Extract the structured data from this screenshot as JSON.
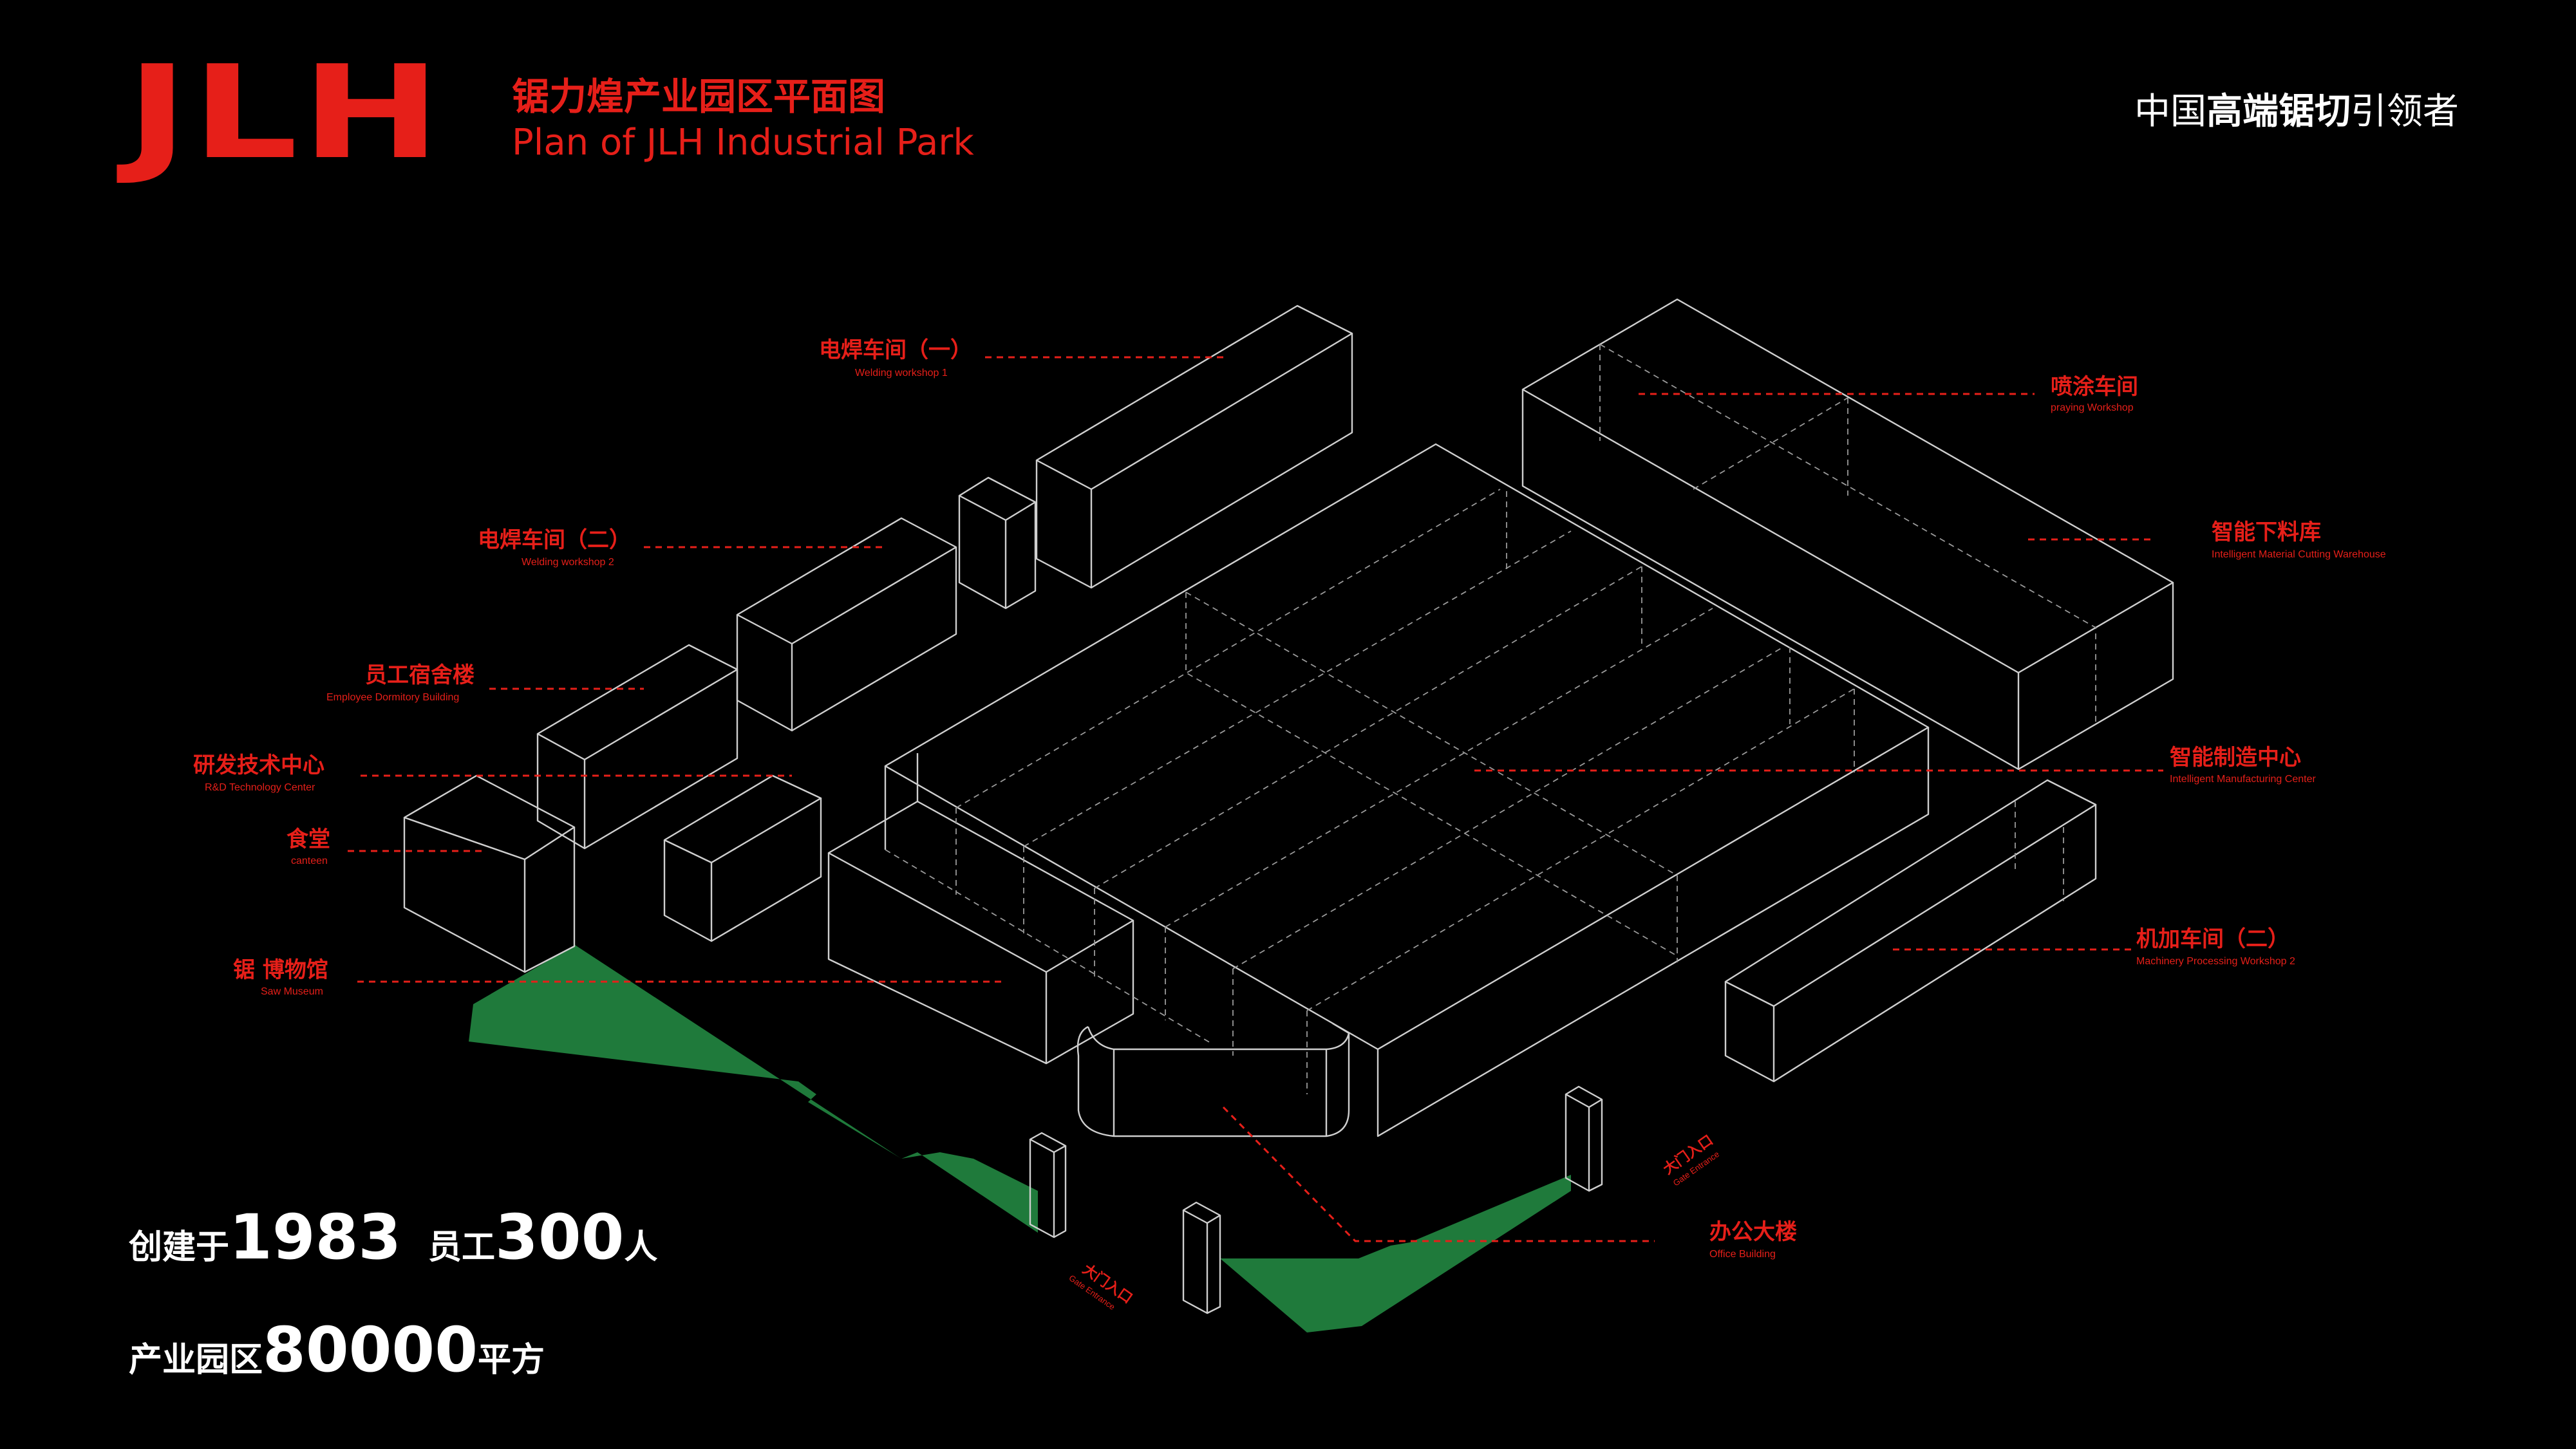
{
  "header": {
    "logo_text": "JLH",
    "title_cn": "锯力煌产业园区平面图",
    "title_en": "Plan of JLH Industrial Park",
    "slogan_prefix": "中国",
    "slogan_bold": "高端锯切",
    "slogan_suffix": "引领者"
  },
  "facts": {
    "founded_label": "创建于",
    "founded_value": "1983",
    "staff_label": "员工",
    "staff_value": "300",
    "staff_unit": "人",
    "area_label": "产业园区",
    "area_value": "80000",
    "area_unit": "平方"
  },
  "labels": [
    {
      "id": "welding1",
      "cn": "电焊车间（一）",
      "en": "Welding workshop 1"
    },
    {
      "id": "welding2",
      "cn": "电焊车间（二）",
      "en": "Welding workshop 2"
    },
    {
      "id": "dormitory",
      "cn": "员工宿舍楼",
      "en": "Employee Dormitory Building"
    },
    {
      "id": "rnd",
      "cn": "研发技术中心",
      "en": "R&D Technology Center"
    },
    {
      "id": "canteen",
      "cn": "食堂",
      "en": "canteen"
    },
    {
      "id": "museum",
      "cn": "锯 博物馆",
      "en": "Saw Museum"
    },
    {
      "id": "spraying",
      "cn": "喷涂车间",
      "en": "praying Workshop"
    },
    {
      "id": "warehouse",
      "cn": "智能下料库",
      "en": "Intelligent Material Cutting Warehouse"
    },
    {
      "id": "manufacturing",
      "cn": "智能制造中心",
      "en": "Intelligent Manufacturing Center"
    },
    {
      "id": "machinery2",
      "cn": "机加车间（二）",
      "en": "Machinery Processing Workshop 2"
    },
    {
      "id": "office",
      "cn": "办公大楼",
      "en": "Office Building"
    }
  ],
  "gates": [
    {
      "id": "gate-left",
      "cn": "大门入口",
      "en": "Gate Entrance"
    },
    {
      "id": "gate-right",
      "cn": "大门入口",
      "en": "Gate Entrance"
    }
  ],
  "colors": {
    "accent": "#e61f19",
    "background": "#000000",
    "green_area": "#1f7a3b",
    "building_lines": "#cfcfcf"
  }
}
